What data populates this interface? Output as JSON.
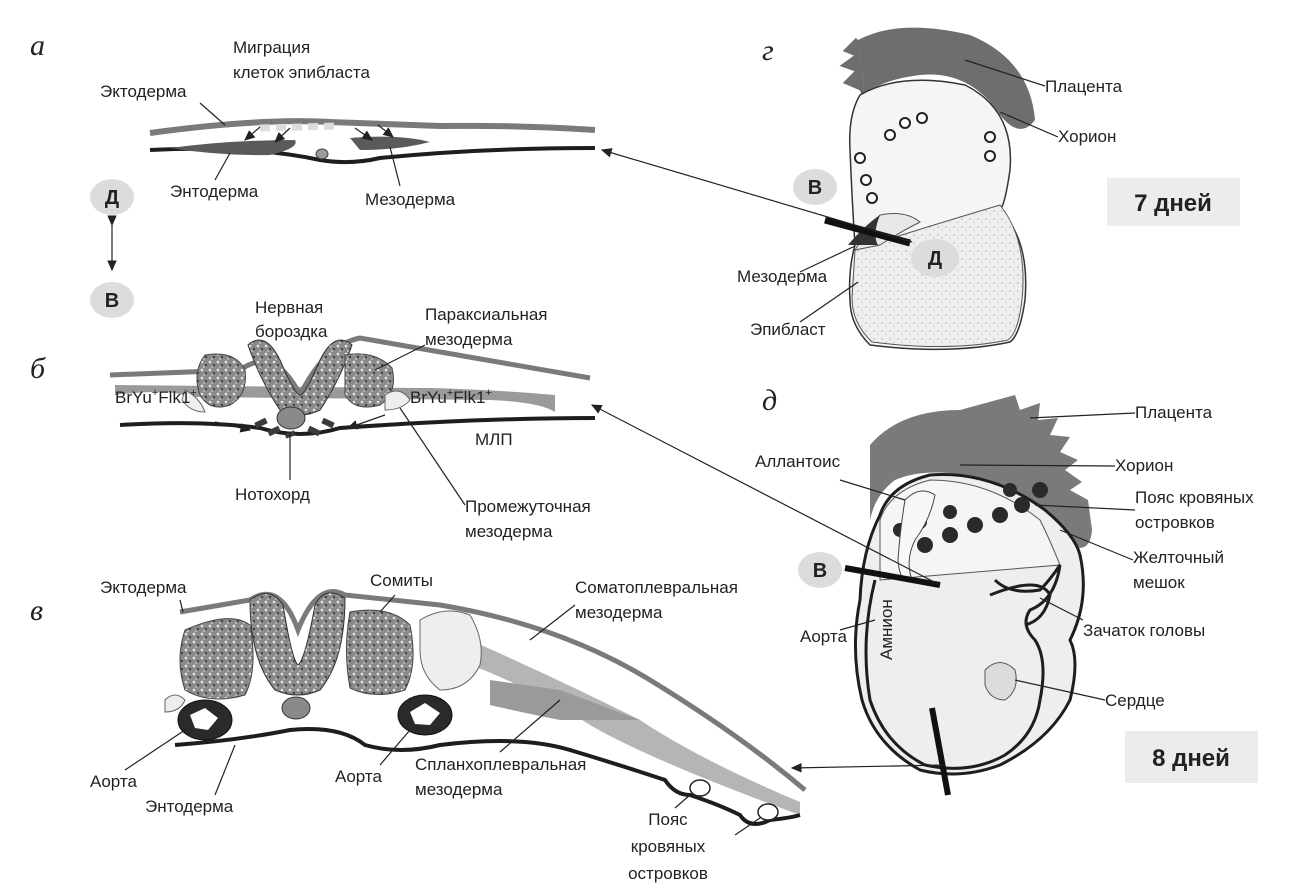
{
  "panels": {
    "a": "а",
    "b": "б",
    "v": "в",
    "g": "г",
    "d": "д"
  },
  "badges": {
    "dorsal": "Д",
    "ventral": "В"
  },
  "a_labels": {
    "migration_line1": "Миграция",
    "migration_line2": "клеток эпибласта",
    "ectoderm": "Эктодерма",
    "endoderm": "Энтодерма",
    "mesoderm": "Мезодерма"
  },
  "b_labels": {
    "neural_groove_line1": "Нервная",
    "neural_groove_line2": "бороздка",
    "paraxial_line1": "Параксиальная",
    "paraxial_line2": "мезодерма",
    "bryu_flk_left": "BrYu",
    "bryu_flk_right": "BrYu",
    "sup_plus": "+",
    "flk": "Flk1",
    "mlp": "МЛП",
    "notochord": "Нотохорд",
    "intermediate_line1": "Промежуточная",
    "intermediate_line2": "мезодерма"
  },
  "v_labels": {
    "ectoderm": "Эктодерма",
    "somites": "Сомиты",
    "somatopleural_line1": "Соматоплевральная",
    "somatopleural_line2": "мезодерма",
    "aorta_left": "Аорта",
    "endoderm": "Энтодерма",
    "aorta_mid": "Аорта",
    "splanchno_line1": "Спланхоплевральная",
    "splanchno_line2": "мезодерма",
    "blood_islands_line1": "Пояс",
    "blood_islands_line2": "кровяных",
    "blood_islands_line3": "островков"
  },
  "g_labels": {
    "placenta": "Плацента",
    "chorion": "Хорион",
    "days": "7 дней",
    "mesoderm": "Мезодерма",
    "epiblast": "Эпибласт"
  },
  "d_labels": {
    "placenta": "Плацента",
    "allantois": "Аллантоис",
    "chorion": "Хорион",
    "blood_islands_line1": "Пояс кровяных",
    "blood_islands_line2": "островков",
    "yolk_line1": "Желточный",
    "yolk_line2": "мешок",
    "amnion": "Амнион",
    "head": "Зачаток головы",
    "aorta": "Аорта",
    "heart": "Сердце",
    "days": "8 дней"
  },
  "colors": {
    "dark_gray": "#6e6e6e",
    "mid_gray": "#9a9a9a",
    "light_gray": "#cfcfcf",
    "pale": "#ececec",
    "badge": "#dcdcdc",
    "outline": "#1e1e1e"
  }
}
